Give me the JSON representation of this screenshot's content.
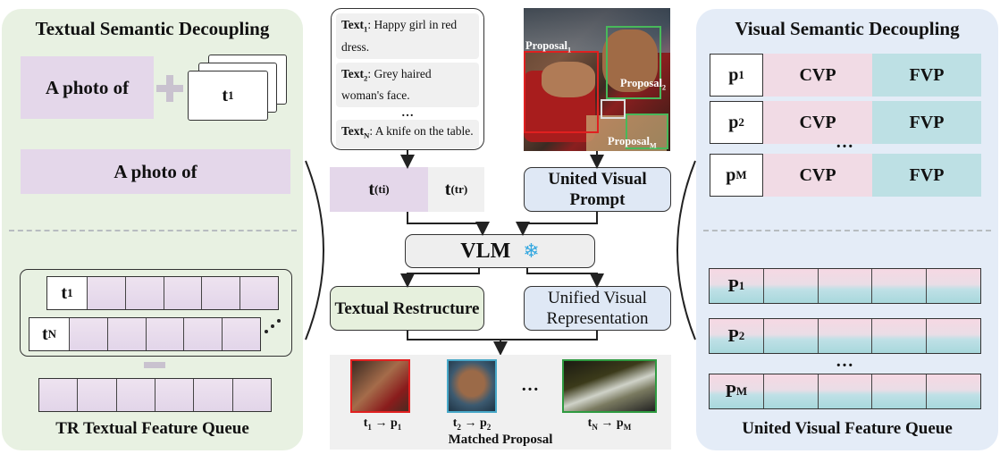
{
  "left_panel": {
    "title": "Textual Semantic Decoupling",
    "prompt_text_1": "A photo of",
    "token_label": "t",
    "token_sub": "1",
    "prompt_text_2": "A photo of",
    "queue_row1_label": "t",
    "queue_row1_sub": "1",
    "queue_row2_label": "t",
    "queue_row2_sub": "N",
    "queue_title": "TR Textual Feature Queue"
  },
  "right_panel": {
    "title": "Visual Semantic Decoupling",
    "rows": [
      {
        "p": "p",
        "sub": "1",
        "cvp": "CVP",
        "fvp": "FVP"
      },
      {
        "p": "p",
        "sub": "2",
        "cvp": "CVP",
        "fvp": "FVP"
      },
      {
        "p": "p",
        "sub": "M",
        "cvp": "CVP",
        "fvp": "FVP"
      }
    ],
    "dots": "…",
    "queue_rows": [
      {
        "p": "P",
        "sub": "1"
      },
      {
        "p": "P",
        "sub": "2"
      },
      {
        "p": "P",
        "sub": "M"
      }
    ],
    "queue_dots": "…",
    "queue_title": "United Visual Feature Queue"
  },
  "center": {
    "texts": [
      {
        "label": "Text",
        "sub": "1",
        "body": ": Happy girl in red dress."
      },
      {
        "label": "Text",
        "sub": "2",
        "body": ": Grey haired woman's face."
      },
      {
        "label": "Text",
        "sub": "N",
        "body": ": A knife on the table."
      }
    ],
    "text_dots": "…",
    "proposals": [
      {
        "label": "Proposal",
        "sub": "1"
      },
      {
        "label": "Proposal",
        "sub": "2"
      },
      {
        "label": "Proposal",
        "sub": "M"
      }
    ],
    "t_ti": "t",
    "t_ti_sup": "(ti)",
    "t_tr": "t",
    "t_tr_sup": "(tr)",
    "uvp": "United Visual Prompt",
    "vlm": "VLM",
    "snow": "❄",
    "textual_restructure": "Textual Restructure",
    "uvr": "Unified Visual Representation",
    "matches": [
      {
        "t": "t",
        "tsub": "1",
        "arrow": "→",
        "p": "p",
        "psub": "1"
      },
      {
        "t": "t",
        "tsub": "2",
        "arrow": "→",
        "p": "p",
        "psub": "2"
      },
      {
        "t": "t",
        "tsub": "N",
        "arrow": "→",
        "p": "p",
        "psub": "M"
      }
    ],
    "match_dots": "…",
    "matched_title": "Matched Proposal"
  },
  "colors": {
    "left_bg": "#e8f1e2",
    "right_bg": "#e4ecf7",
    "purple": "#e4d7ea",
    "green_node": "#e6f0dd",
    "blue_node": "#dfe8f5",
    "snow": "#35a8e0"
  }
}
